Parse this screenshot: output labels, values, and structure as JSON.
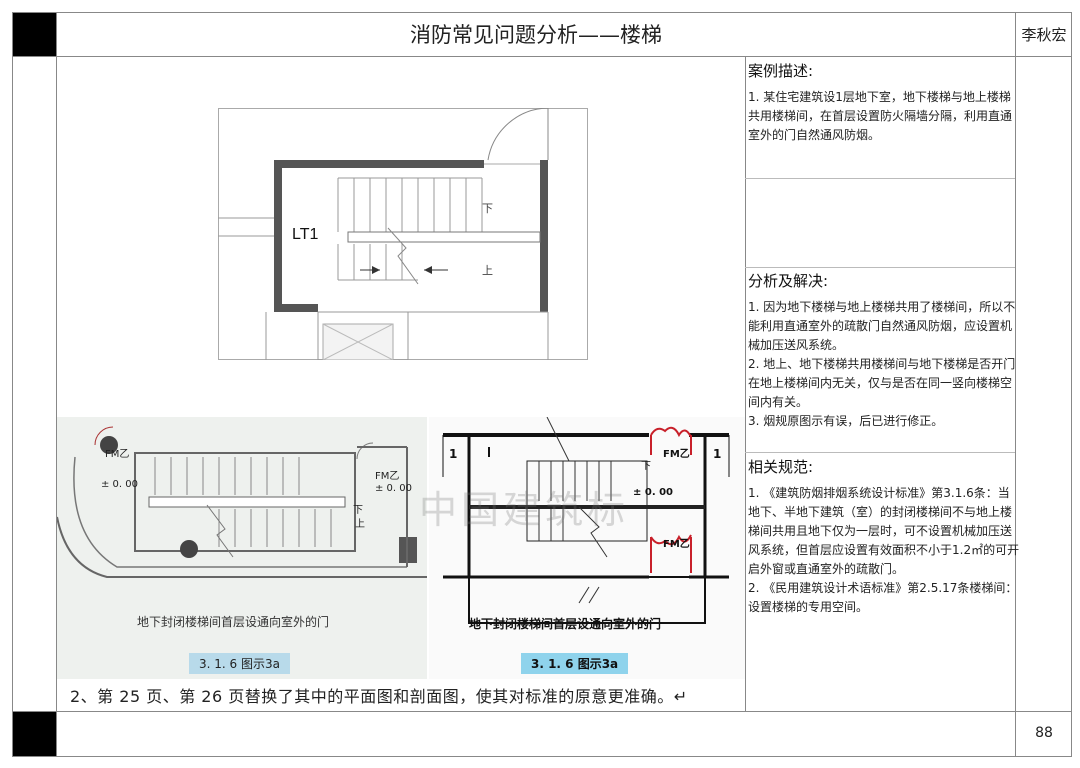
{
  "header": {
    "title": "消防常见问题分析——楼梯",
    "author": "李秋宏"
  },
  "footer": {
    "page_number": "88"
  },
  "case": {
    "heading": "案例描述:",
    "text": "1. 某住宅建筑设1层地下室，地下楼梯与地上楼梯共用楼梯间，在首层设置防火隔墙分隔，利用直通室外的门自然通风防烟。"
  },
  "analysis": {
    "heading": "分析及解决:",
    "items": [
      "1. 因为地下楼梯与地上楼梯共用了楼梯间，所以不能利用直通室外的疏散门自然通风防烟，应设置机械加压送风系统。",
      "2. 地上、地下楼梯共用楼梯间与地下楼梯是否开门在地上楼梯间内无关，仅与是否在同一竖向楼梯空间内有关。",
      "3. 烟规原图示有误，后已进行修正。"
    ]
  },
  "codes": {
    "heading": "相关规范:",
    "items": [
      "1. 《建筑防烟排烟系统设计标准》第3.1.6条：当地下、半地下建筑（室）的封闭楼梯间不与地上楼梯间共用且地下仅为一层时，可不设置机械加压送风系统，但首层应设置有效面积不小于1.2㎡的可开启外窗或直通室外的疏散门。",
      "2. 《民用建筑设计术语标准》第2.5.17条楼梯间：设置楼梯的专用空间。"
    ]
  },
  "drawing_top": {
    "label": "LT1",
    "down": "下",
    "up": "上"
  },
  "drawing_left": {
    "fm_top": "FM乙",
    "level_left": "± 0. 00",
    "fm_right": "FM乙",
    "level_right": "± 0. 00",
    "down": "下",
    "up": "上",
    "caption": "地下封闭楼梯间首层设通向室外的门",
    "figure": "3. 1. 6  图示3a"
  },
  "drawing_right": {
    "axis_left": "1",
    "axis_right": "1",
    "fm_top": "FM乙",
    "fm_bottom": "FM乙",
    "down": "下",
    "level": "± 0. 00",
    "caption": "地下封闭楼梯间首层设通向室外的门",
    "figure": "3. 1. 6  图示3a",
    "watermark": "中国建筑标"
  },
  "note": "2、第 25 页、第 26 页替换了其中的平面图和剖面图，使其对标准的原意更准确。↵",
  "colors": {
    "fm_red": "#c8202a",
    "fig_label_blue": "#a9d4ea"
  }
}
